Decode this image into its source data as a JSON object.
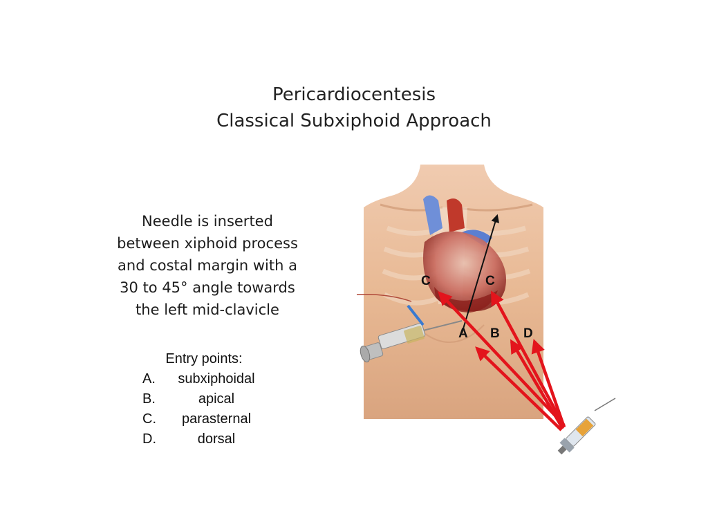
{
  "title": {
    "line1": "Pericardiocentesis",
    "line2": "Classical Subxiphoid Approach"
  },
  "description": [
    "Needle is inserted",
    "between xiphoid process",
    "and costal margin with a",
    "30 to 45° angle towards",
    "the left mid-clavicle"
  ],
  "entry_points": {
    "header": "Entry points:",
    "items": [
      {
        "letter": "A.",
        "name": "subxiphoidal"
      },
      {
        "letter": "B.",
        "name": "apical"
      },
      {
        "letter": "C.",
        "name": "parasternal"
      },
      {
        "letter": "D.",
        "name": "dorsal"
      }
    ]
  },
  "diagram_labels": {
    "c_left": "C",
    "c_right": "C",
    "a": "A",
    "b": "B",
    "d": "D"
  },
  "colors": {
    "arrow": "#e3141c",
    "skin": "#e9bd9b",
    "heart": "#c2453f"
  },
  "icons": [
    "torso-illustration",
    "heart-illustration",
    "syringe-icon",
    "needle-syringe-icon"
  ]
}
